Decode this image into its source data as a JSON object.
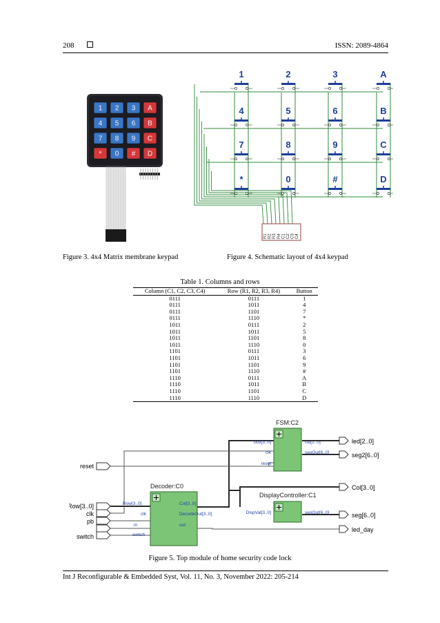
{
  "header": {
    "page_number": "208",
    "issn": "ISSN: 2089-4864"
  },
  "figure3": {
    "caption": "Figure 3. 4x4 Matrix membrane keypad",
    "keys": [
      {
        "label": "1",
        "kind": "num"
      },
      {
        "label": "2",
        "kind": "num"
      },
      {
        "label": "3",
        "kind": "num"
      },
      {
        "label": "A",
        "kind": "letter"
      },
      {
        "label": "4",
        "kind": "num"
      },
      {
        "label": "5",
        "kind": "num"
      },
      {
        "label": "6",
        "kind": "num"
      },
      {
        "label": "B",
        "kind": "letter"
      },
      {
        "label": "7",
        "kind": "num"
      },
      {
        "label": "8",
        "kind": "num"
      },
      {
        "label": "9",
        "kind": "num"
      },
      {
        "label": "C",
        "kind": "letter"
      },
      {
        "label": "*",
        "kind": "letter"
      },
      {
        "label": "0",
        "kind": "num"
      },
      {
        "label": "#",
        "kind": "letter"
      },
      {
        "label": "D",
        "kind": "letter"
      }
    ],
    "colors": {
      "num": "#3a76c4",
      "letter": "#d4383a",
      "body": "#1c1c22"
    }
  },
  "figure4": {
    "caption": "Figure 4. Schematic layout of 4x4 keypad",
    "keys": [
      "1",
      "2",
      "3",
      "A",
      "4",
      "5",
      "6",
      "B",
      "7",
      "8",
      "9",
      "C",
      "*",
      "0",
      "#",
      "D"
    ],
    "pins": [
      "R1",
      "R2",
      "R3",
      "R4",
      "C1",
      "C2",
      "C3",
      "C4"
    ],
    "colors": {
      "wire": "#2e8b3a",
      "switch": "#1d3f9a"
    }
  },
  "table1": {
    "title": "Table 1. Columns and rows",
    "headers": [
      "Column (C1, C2, C3, C4)",
      "Row (R1, R2, R3, R4)",
      "Button"
    ],
    "rows": [
      [
        "0111",
        "0111",
        "1"
      ],
      [
        "0111",
        "1011",
        "4"
      ],
      [
        "0111",
        "1101",
        "7"
      ],
      [
        "0111",
        "1110",
        "*"
      ],
      [
        "1011",
        "0111",
        "2"
      ],
      [
        "1011",
        "1011",
        "5"
      ],
      [
        "1011",
        "1101",
        "8"
      ],
      [
        "1011",
        "1110",
        "0"
      ],
      [
        "1101",
        "0111",
        "3"
      ],
      [
        "1101",
        "1011",
        "6"
      ],
      [
        "1101",
        "1101",
        "9"
      ],
      [
        "1101",
        "1110",
        "#"
      ],
      [
        "1110",
        "0111",
        "A"
      ],
      [
        "1110",
        "1011",
        "B"
      ],
      [
        "1110",
        "1101",
        "C"
      ],
      [
        "1110",
        "1110",
        "D"
      ]
    ]
  },
  "figure5": {
    "caption": "Figure 5. Top module of home security code lock",
    "inputs": [
      "reset",
      "Row[3..0]",
      "clk",
      "pb",
      "switch"
    ],
    "outputs": [
      "led[2..0]",
      "seg2[6..0]",
      "Col[3..0]",
      "seg[6..0]",
      "led_day"
    ],
    "fsm": {
      "title": "FSM:C2",
      "ports_in": [
        "bcd[3..0]",
        "clk",
        "reset"
      ],
      "ports_out": [
        "lsd[2..0]",
        "segOut[6..0]"
      ]
    },
    "decoder": {
      "title": "Decoder:C0",
      "ports_in": [
        "Row[3..0]",
        "clk",
        "in",
        "switch"
      ],
      "ports_out": [
        "Col[3..0]",
        "DecodeOut[3..0]",
        "out"
      ]
    },
    "display": {
      "title": "DisplayController:C1",
      "ports_in": [
        "DispVal[3..0]"
      ],
      "ports_out": [
        "segOut[6..0]"
      ]
    },
    "colors": {
      "block": "#7cc576",
      "block_title": "#c2e6bd",
      "port_text": "#1f3fa8"
    }
  },
  "footer": {
    "text": "Int J Reconfigurable & Embedded Syst, Vol. 11, No. 3, November 2022: 205-214"
  }
}
